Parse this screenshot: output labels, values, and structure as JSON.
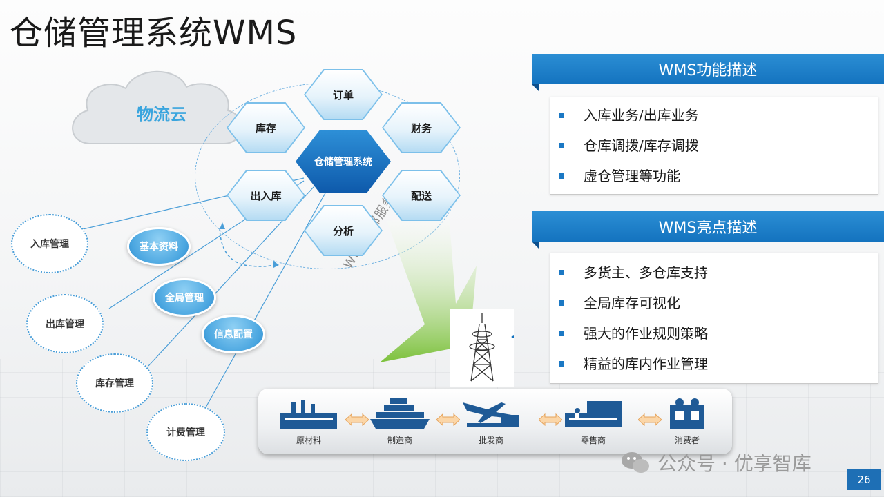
{
  "slide": {
    "title": "仓储管理系统WMS",
    "page_number": "26"
  },
  "cloud": {
    "label": "物流云"
  },
  "hexagons": {
    "center": "仓储管理系统",
    "top": "订单",
    "top_left": "库存",
    "top_right": "财务",
    "bottom_left": "出入库",
    "bottom_right": "配送",
    "bottom": "分析"
  },
  "service_label": "WMS内部服务",
  "modules": [
    {
      "label": "入库管理"
    },
    {
      "label": "出库管理"
    },
    {
      "label": "库存管理"
    },
    {
      "label": "计费管理"
    }
  ],
  "bubbles": [
    {
      "label": "基本资料"
    },
    {
      "label": "全局管理"
    },
    {
      "label": "信息配置"
    }
  ],
  "supply_chain": [
    {
      "label": "原材料",
      "icon": "factory-icon"
    },
    {
      "label": "制造商",
      "icon": "ship-icon"
    },
    {
      "label": "批发商",
      "icon": "airplane-icon"
    },
    {
      "label": "零售商",
      "icon": "truck-icon"
    },
    {
      "label": "消费者",
      "icon": "people-icon"
    }
  ],
  "features": {
    "header": "WMS功能描述",
    "items": [
      "入库业务/出库业务",
      "仓库调拨/库存调拨",
      "虚仓管理等功能"
    ]
  },
  "highlights": {
    "header": "WMS亮点描述",
    "items": [
      "多货主、多仓库支持",
      "全局库存可视化",
      "强大的作业规则策略",
      "精益的库内作业管理"
    ]
  },
  "watermark": {
    "text": "公众号 · 优享智库"
  },
  "colors": {
    "accent": "#1473bf",
    "bubble": "#4aa6e0",
    "green": "#8cc63f"
  }
}
